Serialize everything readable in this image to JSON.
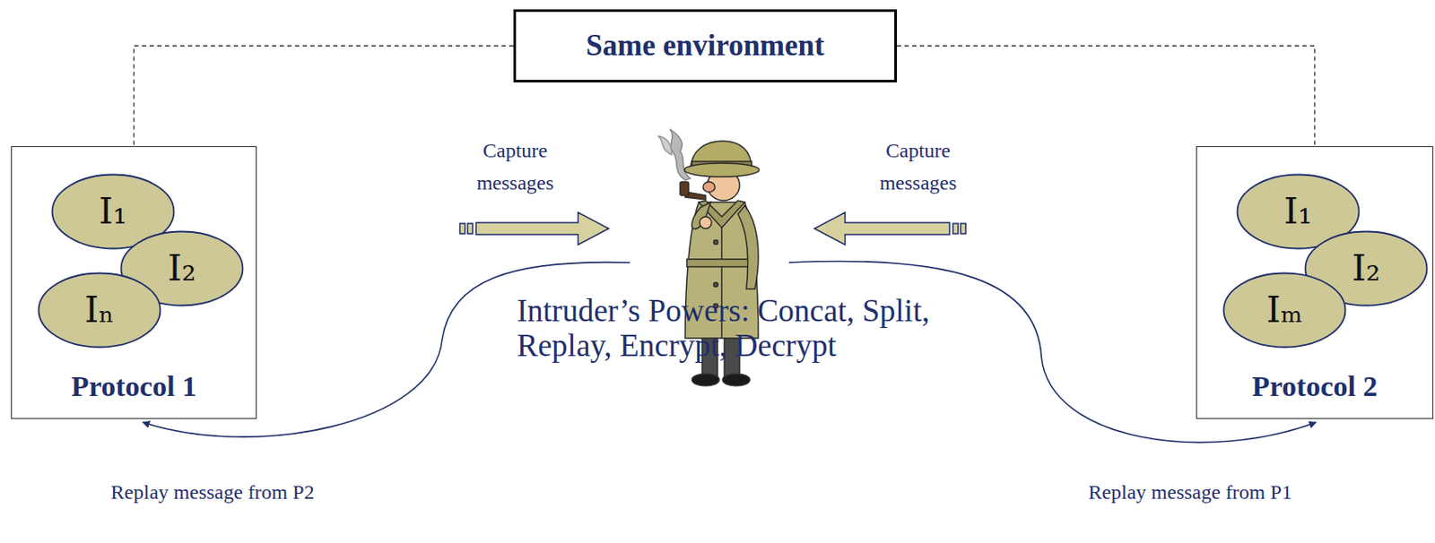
{
  "diagram": {
    "nodes": [
      {
        "text": [
          "Same environment"
        ]
      },
      {
        "text": [
          "Protocol 1"
        ]
      },
      {
        "text": [
          "I₁"
        ],
        "in": 1
      },
      {
        "text": [
          "I₂"
        ],
        "in": 1
      },
      {
        "text": [
          "Iₙ"
        ],
        "in": 1
      },
      {
        "text": [
          "Protocol 2"
        ]
      },
      {
        "text": [
          "I₁"
        ],
        "in": 5
      },
      {
        "text": [
          "I₂"
        ],
        "in": 5
      },
      {
        "text": [
          "Iₘ"
        ],
        "in": 5
      }
    ],
    "edges": [
      {
        "from": 0,
        "to": 1,
        "arrow": "none"
      },
      {
        "from": 0,
        "to": 5,
        "arrow": "none"
      }
    ],
    "labels": [
      "Capture messages",
      "Capture messages",
      "Intruder’s Powers: Concat, Split, Replay, Encrypt, Decrypt",
      "Replay message from P2",
      "Replay message from P1"
    ]
  }
}
